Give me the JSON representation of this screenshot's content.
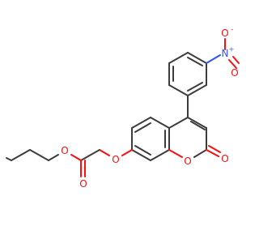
{
  "molecule": {
    "colors": {
      "bond": "#3c3c3c",
      "oxygen": "#ff0d0d",
      "nitrogen": "#3050f8",
      "background": "#ffffff"
    },
    "atoms": {
      "ring_oxygen": "O",
      "carbonyl_oxygen": "O",
      "ether_oxygen": "O",
      "ester_oxygen": "O",
      "ester_carbonyl_oxygen": "O",
      "nitro_nitrogen": "N",
      "nitro_nitrogen_charge": "+",
      "nitro_oxygen_top": "O",
      "nitro_oxygen_top_charge": "-",
      "nitro_oxygen_side": "O"
    }
  }
}
